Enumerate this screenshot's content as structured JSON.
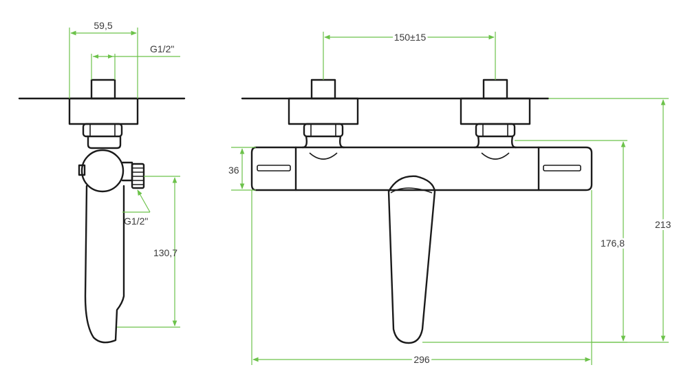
{
  "dimensions": {
    "side_width": "59,5",
    "side_inlet_thread": "G1/2\"",
    "side_outlet_thread": "G1/2\"",
    "side_spout_height": "130,7",
    "front_inlet_spacing": "150±15",
    "front_body_height": "36",
    "front_spout_height": "176,8",
    "front_total_height": "213",
    "front_total_width": "296"
  },
  "colors": {
    "outline": "#1a1a1a",
    "dimension": "#6cc24a"
  }
}
